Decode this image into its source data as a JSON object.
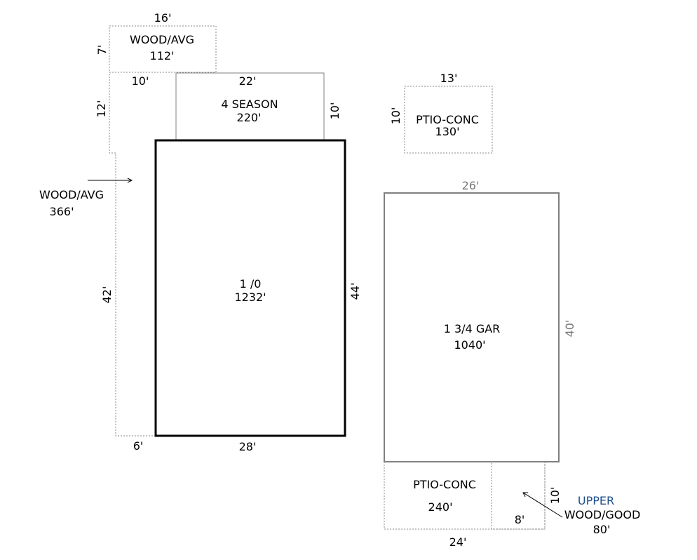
{
  "areas": {
    "deck_top": {
      "label": "WOOD/AVG",
      "area": "112'",
      "dims": {
        "width": "16'",
        "height": "7'"
      }
    },
    "deck_side": {
      "label": "WOOD/AVG",
      "area": "366'",
      "dims": {
        "top": "10'",
        "upper": "12'",
        "side": "42'",
        "bottom": "6'"
      }
    },
    "season_room": {
      "label": "4 SEASON",
      "area": "220'",
      "dims": {
        "width": "22'",
        "height": "10'"
      }
    },
    "main_house": {
      "label": "1 /0",
      "area": "1232'",
      "dims": {
        "width": "28'",
        "height": "44'"
      }
    },
    "patio_top": {
      "label": "PTIO-CONC",
      "area": "130'",
      "dims": {
        "width": "13'",
        "height": "10'"
      }
    },
    "garage": {
      "label": "1 3/4 GAR",
      "area": "1040'",
      "dims": {
        "width": "26'",
        "height": "40'"
      }
    },
    "patio_bottom": {
      "label": "PTIO-CONC",
      "area": "240'",
      "dims": {
        "width": "24'"
      }
    },
    "deck_upper": {
      "label_top": "UPPER",
      "label": "WOOD/GOOD",
      "area": "80'",
      "dims": {
        "width": "8'",
        "height": "10'"
      }
    }
  },
  "colors": {
    "main_stroke": "#000000",
    "garage_stroke": "#808080",
    "dotted_stroke": "#8a8a8a",
    "upper_label": "#1f4e8c"
  }
}
